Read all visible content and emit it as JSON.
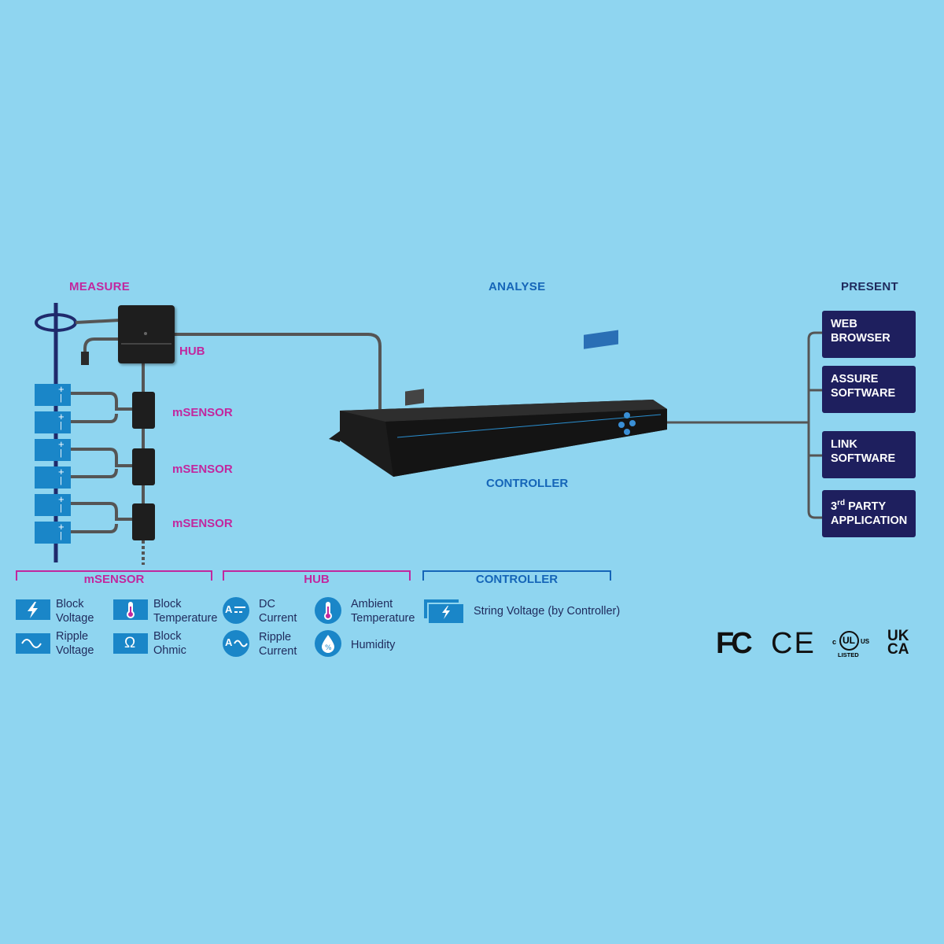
{
  "sections": {
    "measure": "MEASURE",
    "analyse": "ANALYSE",
    "present": "PRESENT"
  },
  "labels": {
    "hub": "HUB",
    "msensor": "mSENSOR",
    "controller": "CONTROLLER"
  },
  "present_boxes": [
    {
      "line1": "WEB",
      "line2": "BROWSER"
    },
    {
      "line1": "ASSURE",
      "line2": "SOFTWARE"
    },
    {
      "line1": "LINK",
      "line2": "SOFTWARE"
    },
    {
      "line1_prefix": "3",
      "line1_sup": "rd",
      "line1_rest": " PARTY",
      "line2": "APPLICATION"
    }
  ],
  "legend": {
    "msensor": {
      "title": "mSENSOR",
      "items": [
        {
          "icon": "lightning-battery-icon",
          "line1": "Block",
          "line2": "Voltage"
        },
        {
          "icon": "thermometer-battery-icon",
          "line1": "Block",
          "line2": "Temperature"
        },
        {
          "icon": "sine-wave-battery-icon",
          "line1": "Ripple",
          "line2": "Voltage"
        },
        {
          "icon": "ohm-battery-icon",
          "line1": "Block",
          "line2": "Ohmic"
        }
      ]
    },
    "hub": {
      "title": "HUB",
      "items": [
        {
          "icon": "dc-current-icon",
          "line1": "DC",
          "line2": "Current"
        },
        {
          "icon": "thermometer-icon",
          "line1": "Ambient",
          "line2": "Temperature"
        },
        {
          "icon": "ac-ripple-current-icon",
          "line1": "Ripple",
          "line2": "Current"
        },
        {
          "icon": "humidity-drop-icon",
          "line1": "Humidity",
          "line2": ""
        }
      ]
    },
    "controller": {
      "title": "CONTROLLER",
      "items": [
        {
          "icon": "string-battery-icon",
          "line1": "String Voltage (by Controller)"
        }
      ]
    }
  },
  "certifications": {
    "fcc": "FC",
    "ce": "CE",
    "ul": "UL",
    "ul_c": "c",
    "ul_us": "US",
    "ul_listed": "LISTED",
    "ukca_top": "UK",
    "ukca_bottom": "CA"
  },
  "colors": {
    "background": "#8fd5f0",
    "magenta": "#c2279e",
    "blue": "#1565b8",
    "navy": "#1e1f5e",
    "icon_blue": "#1a86c8"
  }
}
